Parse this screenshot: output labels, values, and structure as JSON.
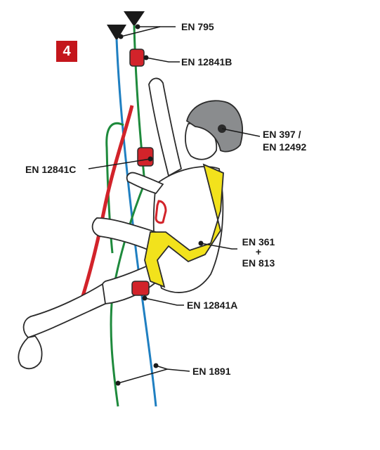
{
  "step": {
    "number": "4"
  },
  "labels": {
    "anchors": "EN 795",
    "top_ascender": "EN 12841B",
    "helmet_line1": "EN 397 /",
    "helmet_line2": "EN 12492",
    "chest_ascender": "EN 12841C",
    "harness_line1": "EN 361",
    "harness_line2": "+",
    "harness_line3": "EN 813",
    "foot_device": "EN 12841A",
    "ropes": "EN 1891"
  },
  "colors": {
    "green_rope": "#1e8a3c",
    "blue_rope": "#1f7fc1",
    "red_lanyard": "#d2232a",
    "harness_yellow": "#f2e21c",
    "device_red": "#d2232a",
    "helmet_grey": "#8a8c8e",
    "outline": "#2b2b2b"
  }
}
